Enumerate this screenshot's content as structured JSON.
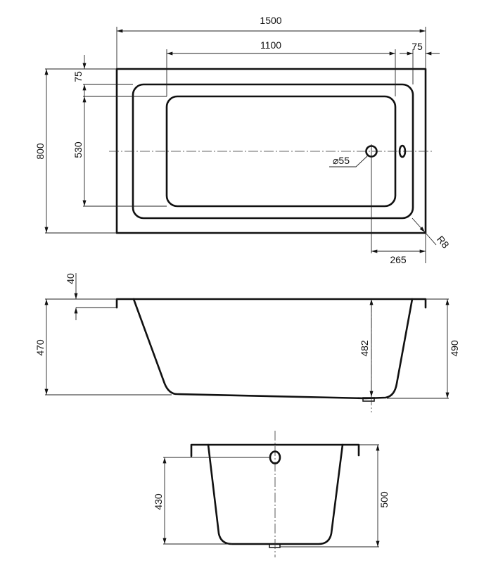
{
  "title": "Bathtub dimension drawing",
  "top_view": {
    "overall_length": "1500",
    "inner_length": "1100",
    "end_rim": "75",
    "overall_width": "800",
    "side_rim": "75",
    "inner_width": "530",
    "drain_diameter": "⌀55",
    "drain_offset": "265",
    "corner_radius": "R8"
  },
  "side_view": {
    "rim_height": "40",
    "left_height": "470",
    "drain_height": "482",
    "right_height": "490"
  },
  "end_view": {
    "overflow_height": "430",
    "total_height": "500"
  },
  "colors": {
    "line": "#111111",
    "background": "#ffffff"
  }
}
